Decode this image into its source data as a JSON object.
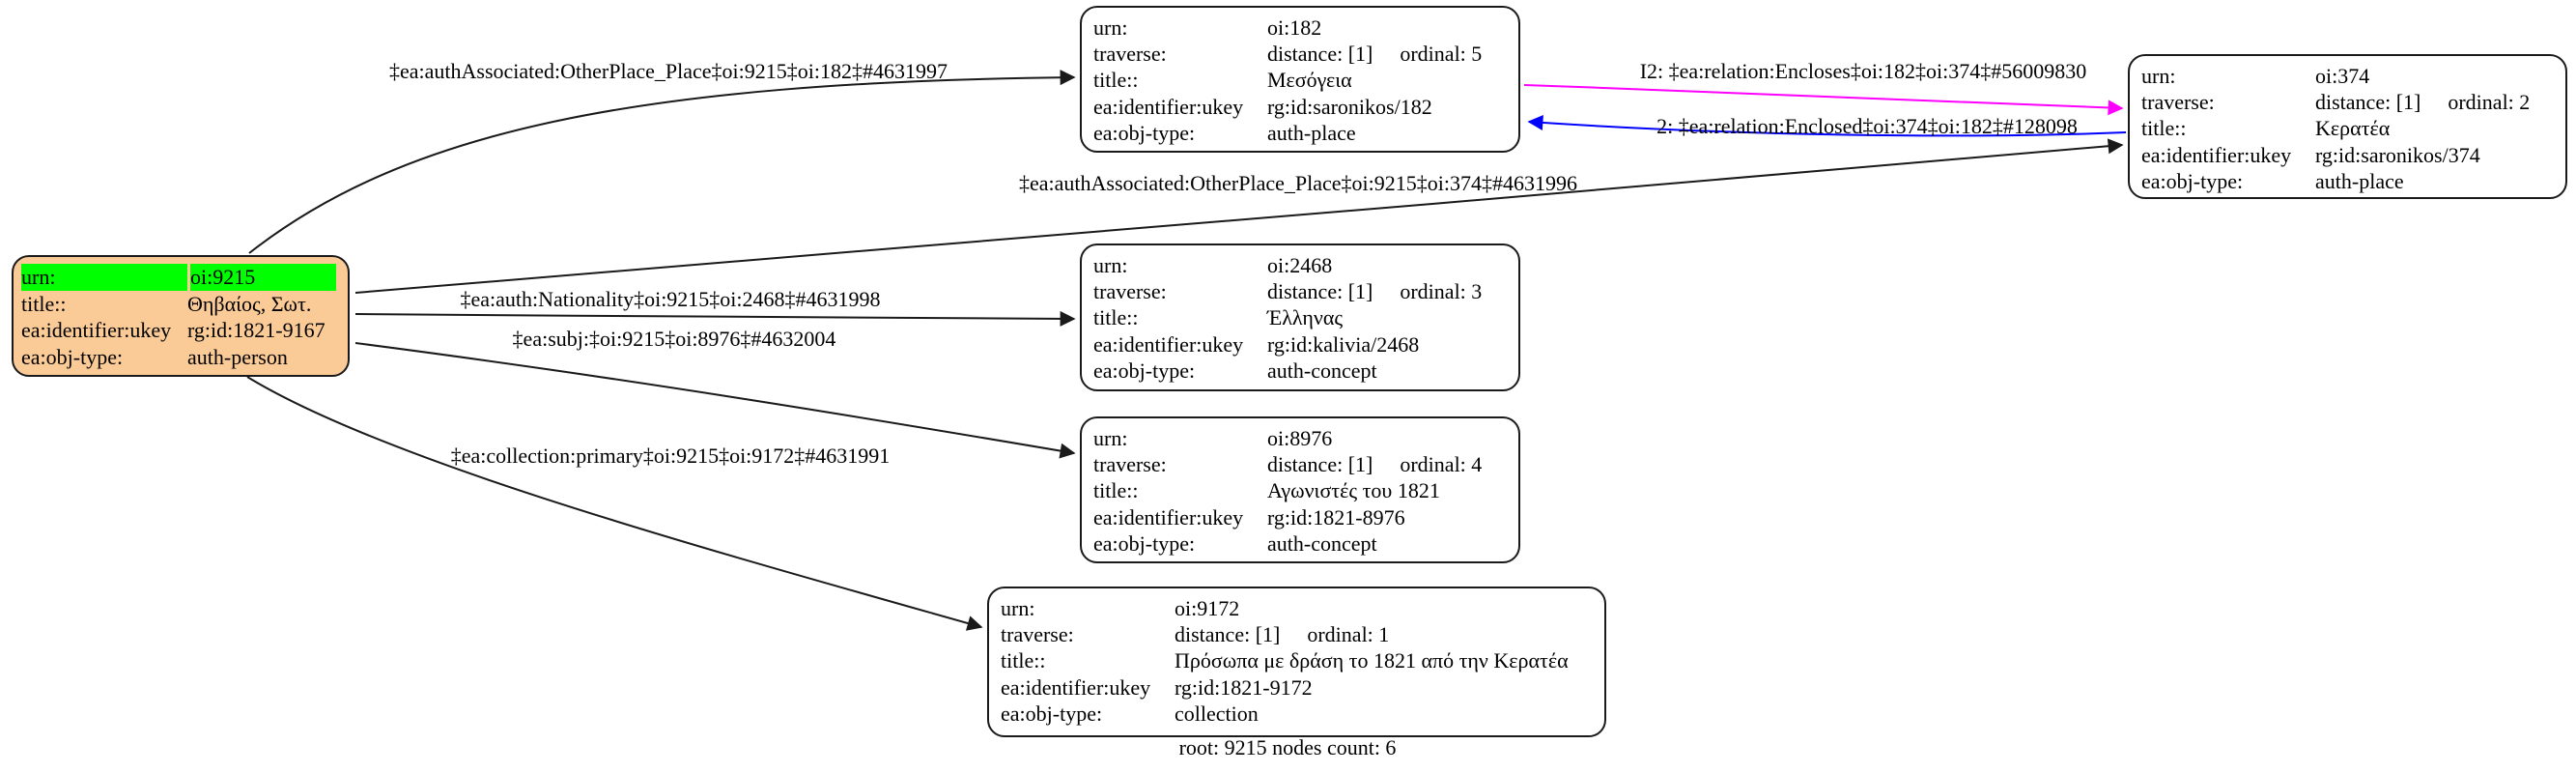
{
  "graph": {
    "summary_label": "root: 9215 nodes count: 6",
    "root_id": "9215",
    "nodes_count": 6
  },
  "colors": {
    "root_node_fill": "#FBCB97",
    "highlight_green": "#00FF00",
    "node_fill": "#FFFFFF",
    "edge_black": "#1a1a1a",
    "edge_magenta": "#FF00FF",
    "edge_blue": "#0000FF"
  },
  "nodes": [
    {
      "id": "oi:9215",
      "rows": [
        {
          "label": "urn:",
          "value": "oi:9215",
          "highlight": true
        },
        {
          "label": "title::",
          "value": "Θηβαίος, Σωτ."
        },
        {
          "label": "ea:identifier:ukey",
          "value": "rg:id:1821-9167"
        },
        {
          "label": "ea:obj-type:",
          "value": "auth-person"
        }
      ]
    },
    {
      "id": "oi:182",
      "rows": [
        {
          "label": "urn:",
          "value": "oi:182"
        },
        {
          "label": "traverse:",
          "value": "distance: [1]",
          "value2": "ordinal: 5"
        },
        {
          "label": "title::",
          "value": "Μεσόγεια"
        },
        {
          "label": "ea:identifier:ukey",
          "value": "rg:id:saronikos/182"
        },
        {
          "label": "ea:obj-type:",
          "value": "auth-place"
        }
      ]
    },
    {
      "id": "oi:374",
      "rows": [
        {
          "label": "urn:",
          "value": "oi:374"
        },
        {
          "label": "traverse:",
          "value": "distance: [1]",
          "value2": "ordinal: 2"
        },
        {
          "label": "title::",
          "value": "Κερατέα"
        },
        {
          "label": "ea:identifier:ukey",
          "value": "rg:id:saronikos/374"
        },
        {
          "label": "ea:obj-type:",
          "value": "auth-place"
        }
      ]
    },
    {
      "id": "oi:2468",
      "rows": [
        {
          "label": "urn:",
          "value": "oi:2468"
        },
        {
          "label": "traverse:",
          "value": "distance: [1]",
          "value2": "ordinal: 3"
        },
        {
          "label": "title::",
          "value": "Έλληνας"
        },
        {
          "label": "ea:identifier:ukey",
          "value": "rg:id:kalivia/2468"
        },
        {
          "label": "ea:obj-type:",
          "value": "auth-concept"
        }
      ]
    },
    {
      "id": "oi:8976",
      "rows": [
        {
          "label": "urn:",
          "value": "oi:8976"
        },
        {
          "label": "traverse:",
          "value": "distance: [1]",
          "value2": "ordinal: 4"
        },
        {
          "label": "title::",
          "value": "Αγωνιστές του 1821"
        },
        {
          "label": "ea:identifier:ukey",
          "value": "rg:id:1821-8976"
        },
        {
          "label": "ea:obj-type:",
          "value": "auth-concept"
        }
      ]
    },
    {
      "id": "oi:9172",
      "rows": [
        {
          "label": "urn:",
          "value": "oi:9172"
        },
        {
          "label": "traverse:",
          "value": "distance: [1]",
          "value2": "ordinal: 1"
        },
        {
          "label": "title::",
          "value": "Πρόσωπα με δράση το 1821 από την Κερατέα"
        },
        {
          "label": "ea:identifier:ukey",
          "value": "rg:id:1821-9172"
        },
        {
          "label": "ea:obj-type:",
          "value": "collection"
        }
      ]
    }
  ],
  "edges": [
    {
      "id": "authAssociated-9215-182",
      "label": "‡ea:authAssociated:OtherPlace_Place‡oi:9215‡oi:182‡#4631997",
      "line_color": "#1a1a1a"
    },
    {
      "id": "authAssociated-9215-374",
      "label": "‡ea:authAssociated:OtherPlace_Place‡oi:9215‡oi:374‡#4631996",
      "line_color": "#1a1a1a"
    },
    {
      "id": "relation-encloses-182-374",
      "label": "I2: ‡ea:relation:Encloses‡oi:182‡oi:374‡#56009830",
      "line_color": "#FF00FF"
    },
    {
      "id": "relation-enclosed-374-182",
      "label": "2: ‡ea:relation:Enclosed‡oi:374‡oi:182‡#128098",
      "line_color": "#0000FF"
    },
    {
      "id": "auth-nationality-9215-2468",
      "label": "‡ea:auth:Nationality‡oi:9215‡oi:2468‡#4631998",
      "line_color": "#1a1a1a"
    },
    {
      "id": "subj-9215-8976",
      "label": "‡ea:subj:‡oi:9215‡oi:8976‡#4632004",
      "line_color": "#1a1a1a"
    },
    {
      "id": "collection-primary-9215-9172",
      "label": "‡ea:collection:primary‡oi:9215‡oi:9172‡#4631991",
      "line_color": "#1a1a1a"
    }
  ]
}
